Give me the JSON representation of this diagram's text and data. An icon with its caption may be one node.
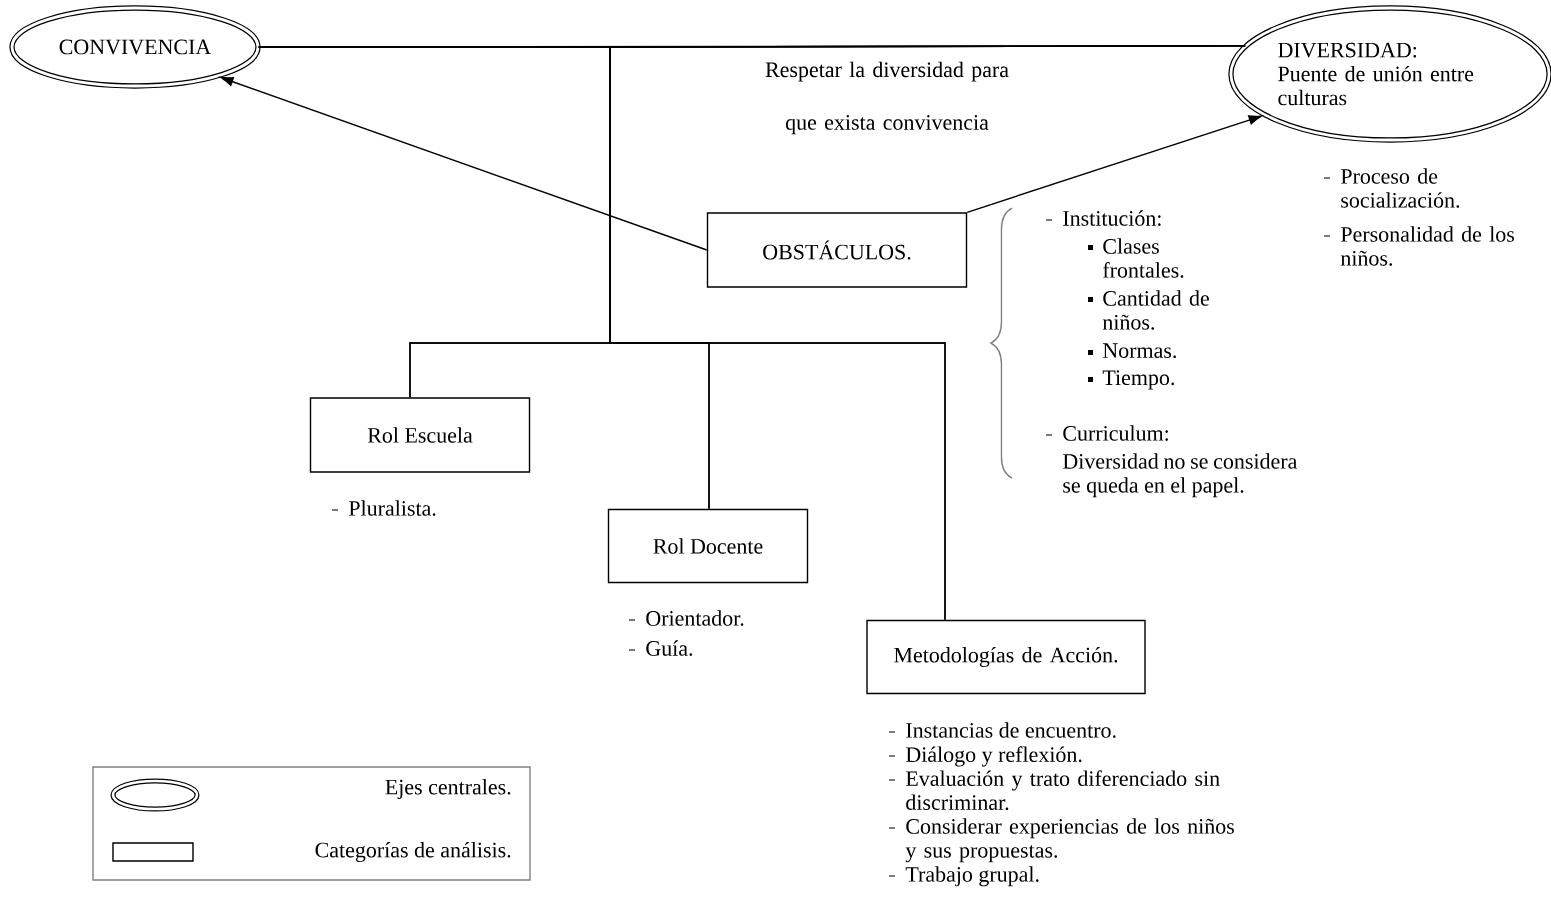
{
  "diagram": {
    "nodes": [
      {
        "text": [
          "CONVIVENCIA"
        ]
      },
      {
        "text": [
          "DIVERSIDAD:",
          "Puente de unión entre culturas"
        ]
      },
      {
        "text": [
          "OBSTÁCULOS."
        ],
        "beside": [
          "Institución:",
          "Clases frontales.",
          "Cantidad de niños.",
          "Normas.",
          "Tiempo.",
          "Curriculum:",
          "Diversidad no se considera se queda en el papel."
        ]
      },
      {
        "text": [
          "Rol Escuela"
        ],
        "beside": [
          "Pluralista."
        ]
      },
      {
        "text": [
          "Rol Docente"
        ],
        "beside": [
          "Orientador.",
          "Guía."
        ]
      },
      {
        "text": [
          "Metodologías de Acción."
        ],
        "beside": [
          "Instancias de encuentro.",
          "Diálogo y reflexión.",
          "Evaluación y trato diferenciado sin discriminar.",
          "Considerar experiencias de los niños y sus propuestas.",
          "Trabajo grupal."
        ]
      }
    ],
    "edges": [
      {
        "from": 0,
        "to": 1,
        "arrow": "none",
        "label": "Respetar la diversidad para que exista convivencia"
      },
      {
        "from": 2,
        "to": 0,
        "arrow": "to"
      },
      {
        "from": 2,
        "to": 1,
        "arrow": "to"
      },
      {
        "from": 0,
        "to": 3,
        "arrow": "none"
      },
      {
        "from": 0,
        "to": 4,
        "arrow": "none"
      },
      {
        "from": 0,
        "to": 5,
        "arrow": "none"
      },
      {
        "from": 1,
        "to": 3,
        "arrow": "none"
      },
      {
        "from": 1,
        "to": 4,
        "arrow": "none"
      },
      {
        "from": 1,
        "to": 5,
        "arrow": "none"
      }
    ],
    "labels": [
      "Proceso de socialización.",
      "Personalidad de los niños."
    ],
    "legend": [
      {
        "text": "Ejes centrales."
      },
      {
        "text": "Categorías de análisis."
      }
    ]
  }
}
